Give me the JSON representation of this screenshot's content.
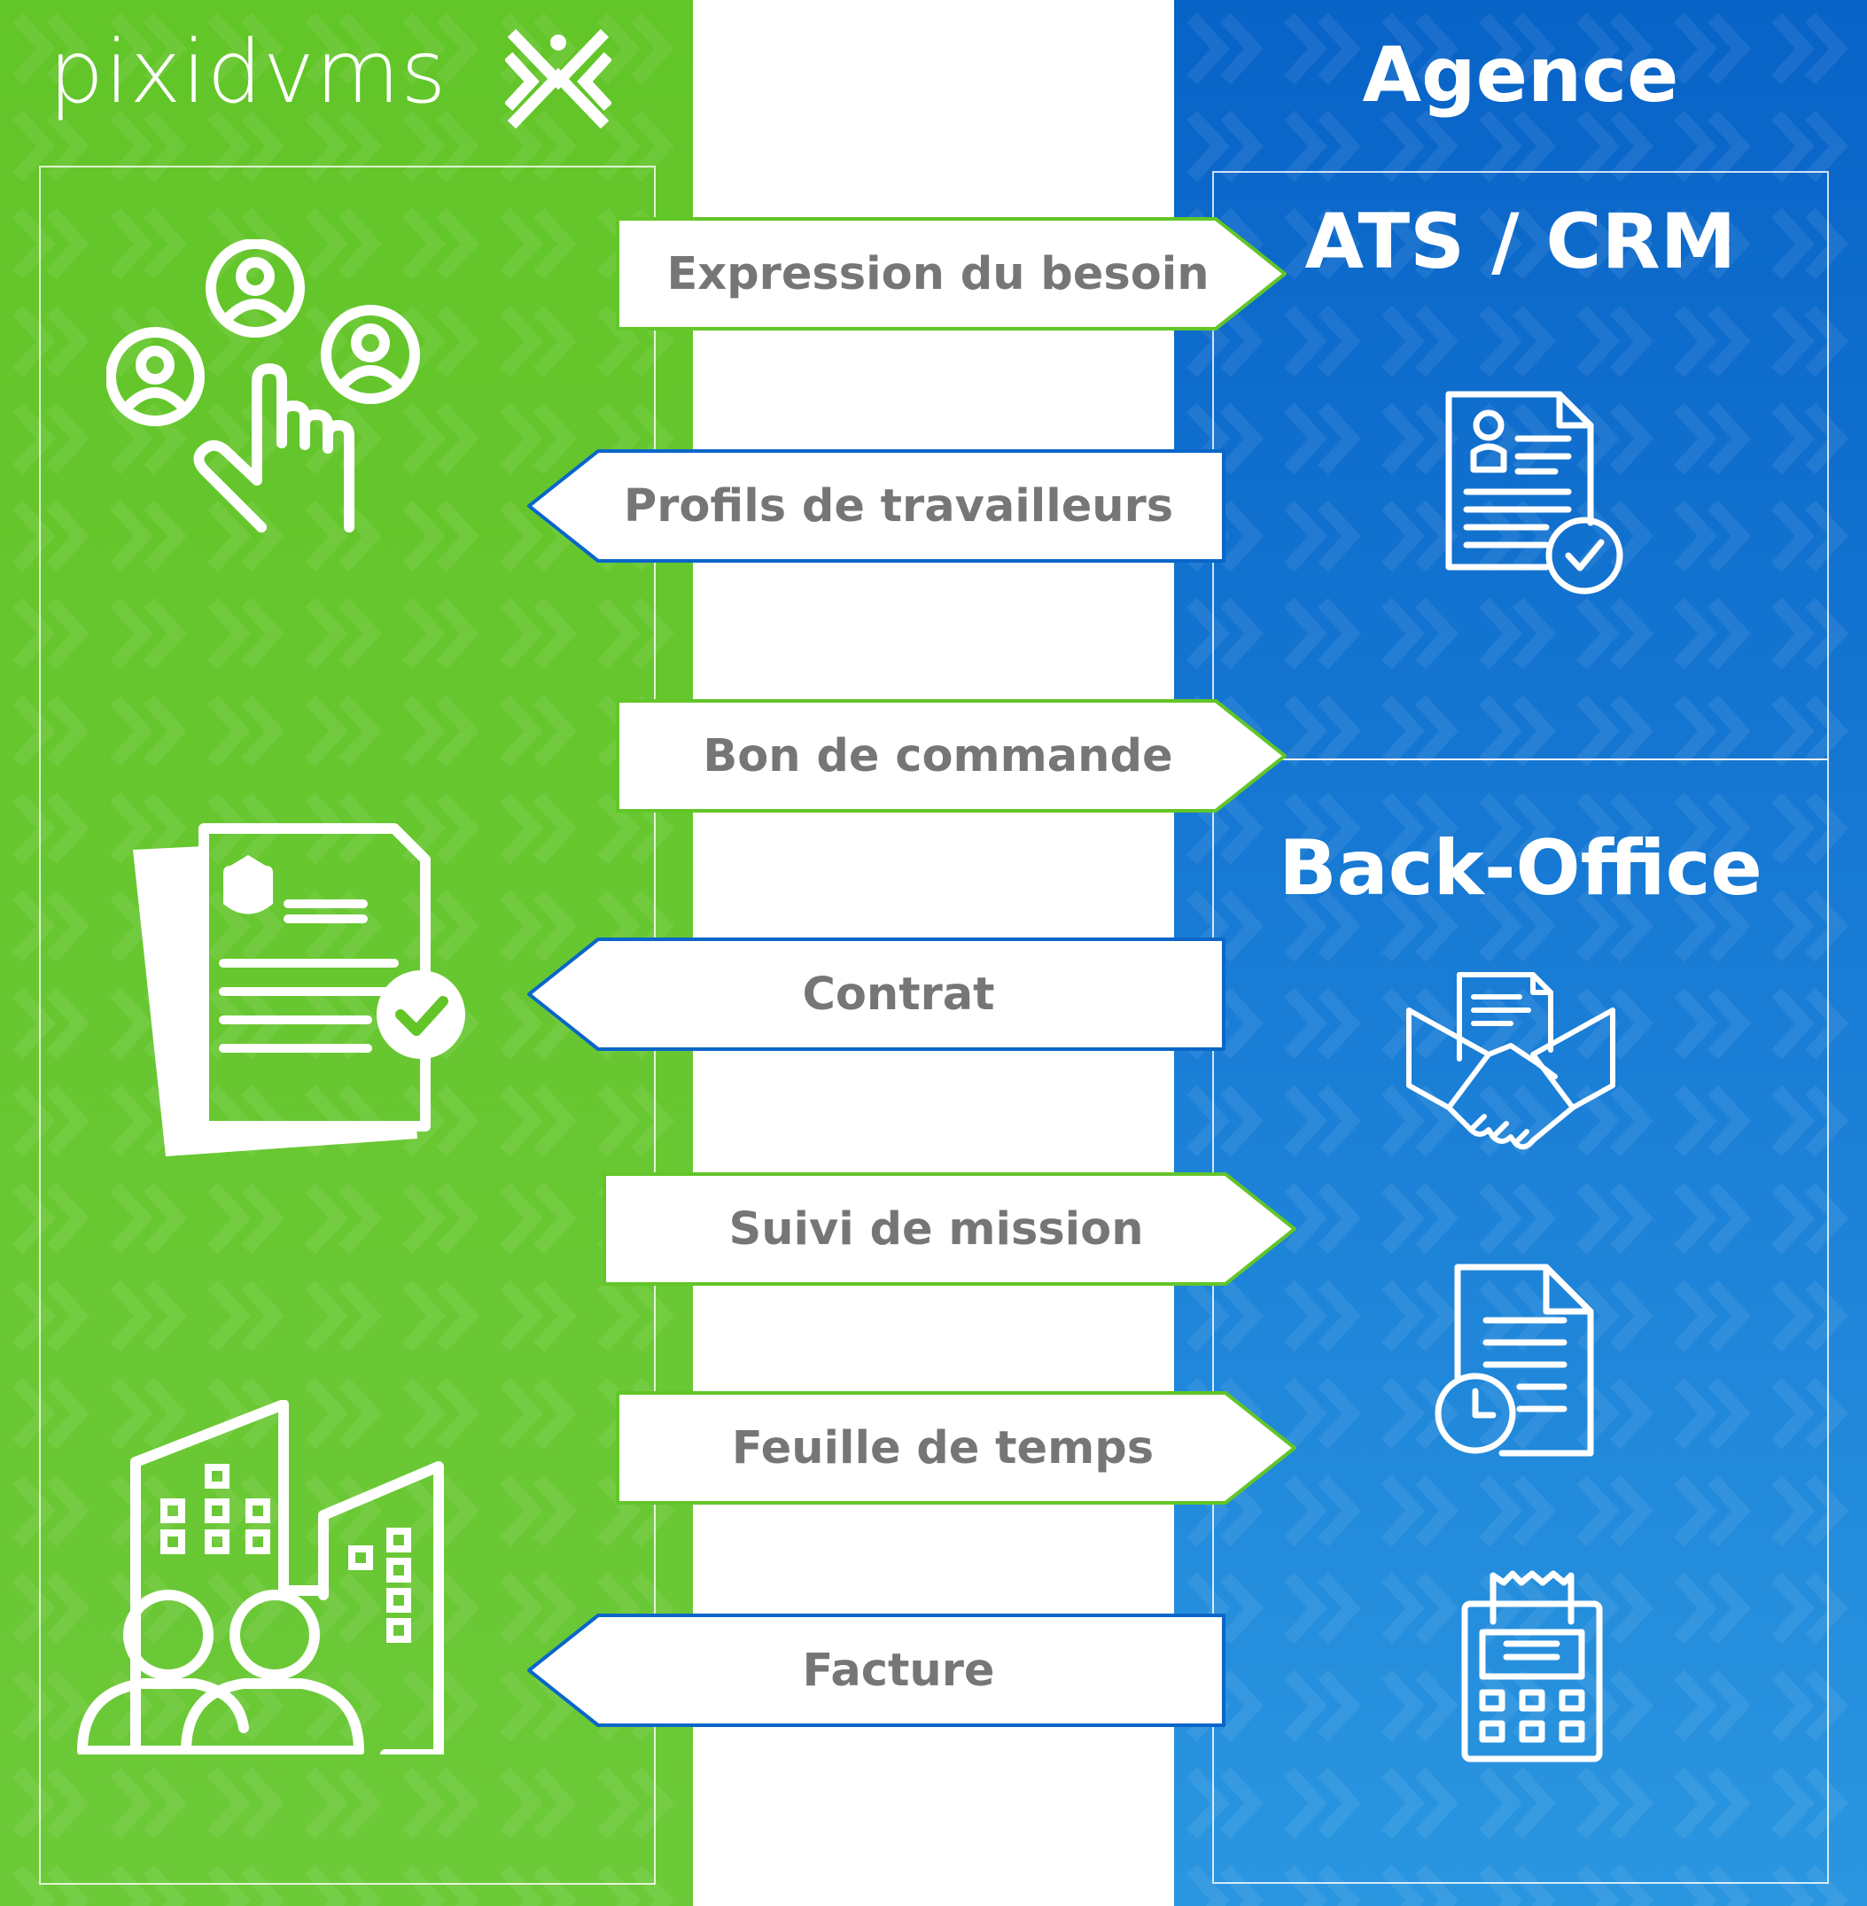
{
  "left": {
    "logo_text": "pixidvms",
    "logo_mark": "pixid-x-logo-icon",
    "color": "#62c528",
    "icons": [
      "people-selection-icon",
      "contract-document-icon",
      "company-workers-icon"
    ]
  },
  "right": {
    "title": "Agence",
    "color": "#0a66c8",
    "sections": [
      {
        "title": "ATS / CRM",
        "icons": [
          "resume-check-icon"
        ]
      },
      {
        "title": "Back-Office",
        "icons": [
          "handshake-icon",
          "timesheet-clock-icon",
          "calculator-receipt-icon"
        ]
      }
    ]
  },
  "flows": [
    {
      "label": "Expression du besoin",
      "direction": "right"
    },
    {
      "label": "Profils de travailleurs",
      "direction": "left"
    },
    {
      "label": "Bon de commande",
      "direction": "right"
    },
    {
      "label": "Contrat",
      "direction": "left"
    },
    {
      "label": "Suivi de mission",
      "direction": "right"
    },
    {
      "label": "Feuille de temps",
      "direction": "right"
    },
    {
      "label": "Facture",
      "direction": "left"
    }
  ],
  "colors": {
    "green": "#62c528",
    "blue": "#0a66c8",
    "label_text": "#767676",
    "arrow_fill": "#ffffff"
  }
}
